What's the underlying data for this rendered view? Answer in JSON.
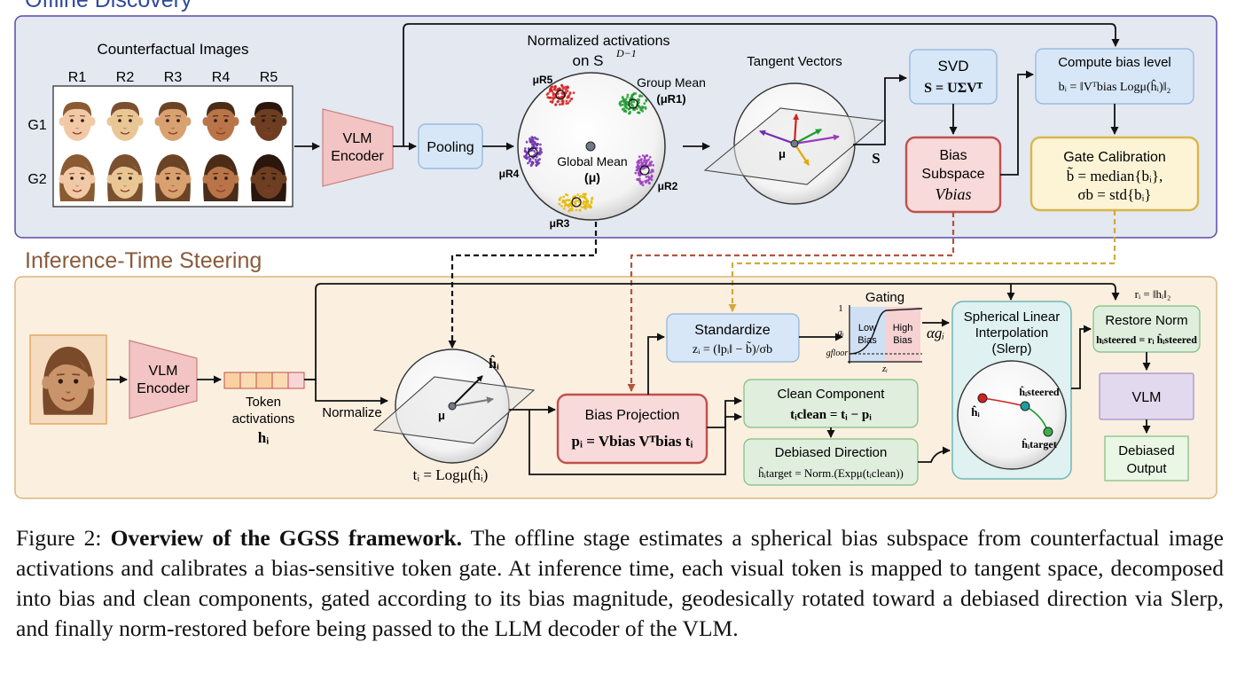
{
  "sections": {
    "offline": "Offline Discovery",
    "inference": "Inference-Time Steering"
  },
  "offline": {
    "counterfactual_title": "Counterfactual Images",
    "race_cols": [
      "R1",
      "R2",
      "R3",
      "R4",
      "R5"
    ],
    "gender_rows": [
      "G1",
      "G2"
    ],
    "encoder": [
      "VLM",
      "Encoder"
    ],
    "pooling": "Pooling",
    "sphere_title_1": "Normalized activations",
    "sphere_title_2": "on S",
    "sphere_sup": "D−1",
    "group_mean": "Group Mean",
    "group_mean_sym": "(μR1)",
    "global_mean": "Global Mean",
    "global_mean_sym": "(μ)",
    "cluster_labels": [
      "μR5",
      "μR4",
      "μR2",
      "μR3"
    ],
    "tangent_title": "Tangent Vectors",
    "tangent_mu": "μ",
    "S_label": "S",
    "svd_title": "SVD",
    "svd_formula": "S = UΣVᵀ",
    "bias_subspace": [
      "Bias",
      "Subspace",
      "Vbias"
    ],
    "compute_bias_title": "Compute bias level",
    "compute_bias_formula": "bᵢ = ‖Vᵀbias Logμ(ĥᵢ)‖₂",
    "gate_title": "Gate Calibration",
    "gate_line1": "b̃ = median{bᵢ},",
    "gate_line2": "σb = std{bᵢ}"
  },
  "inference": {
    "encoder": [
      "VLM",
      "Encoder"
    ],
    "token_label": [
      "Token",
      "activations",
      "hᵢ"
    ],
    "normalize": "Normalize",
    "hhat": "ĥᵢ",
    "mu": "μ",
    "tangent_formula": "tᵢ = Logμ(ĥᵢ)",
    "bias_proj_title": "Bias Projection",
    "bias_proj_formula": "pᵢ = Vbias Vᵀbias tᵢ",
    "standardize_title": "Standardize",
    "standardize_formula": "zᵢ = (‖pᵢ‖ − b̃)/σb",
    "gating_title": "Gating",
    "gating_y1": "1",
    "gating_gi": "gᵢ",
    "gating_floor": "gfloor",
    "gating_low": [
      "Low",
      "Bias"
    ],
    "gating_high": [
      "High",
      "Bias"
    ],
    "gating_zi": "zᵢ",
    "alpha_g": "αgᵢ",
    "clean_title": "Clean Component",
    "clean_formula": "tᵢclean = tᵢ − pᵢ",
    "debiased_title": "Debiased Direction",
    "debiased_formula": "ĥᵢtarget = Norm.(Expμ(tᵢclean))",
    "slerp_title": [
      "Spherical Linear",
      "Interpolation",
      "(Slerp)"
    ],
    "slerp_h": "ĥᵢ",
    "slerp_steered": "ĥᵢsteered",
    "slerp_target": "ĥᵢtarget",
    "norm_formula": "rᵢ = ‖hᵢ‖₂",
    "restore_title": "Restore Norm",
    "restore_formula": "hᵢsteered = rᵢ ĥᵢsteered",
    "vlm": "VLM",
    "output": [
      "Debiased",
      "Output"
    ]
  },
  "caption": {
    "lead": "Figure 2: ",
    "bold": "Overview of the GGSS framework.",
    "body": " The offline stage estimates a spherical bias subspace from counterfactual image activations and calibrates a bias-sensitive token gate. At inference time, each visual token is mapped to tangent space, decomposed into bias and clean components, gated according to its bias magnitude, geodesically rotated toward a debiased direction via Slerp, and finally norm-restored before being passed to the LLM decoder of the VLM."
  },
  "colors": {
    "offline_bg": "#e3e8f1",
    "offline_border": "#5a4aa8",
    "infer_bg": "#fbefe0",
    "infer_border": "#d8b77a",
    "encoder_fill": "#f3c4c4",
    "blue_box": "#d7e7f7",
    "red_box": "#f8dada",
    "red_border": "#c0504d",
    "yellow_border": "#d9b64a",
    "green_box": "#dfeedd",
    "green_border": "#7fbf7f",
    "purple_box": "#e3d9ee",
    "teal_box": "#dff1f1",
    "cluster_red": "#d62020",
    "cluster_green": "#1e9e2e",
    "cluster_purple": "#8a2ca8",
    "cluster_yellow": "#e8b800",
    "cluster_purple2": "#7030b0"
  }
}
